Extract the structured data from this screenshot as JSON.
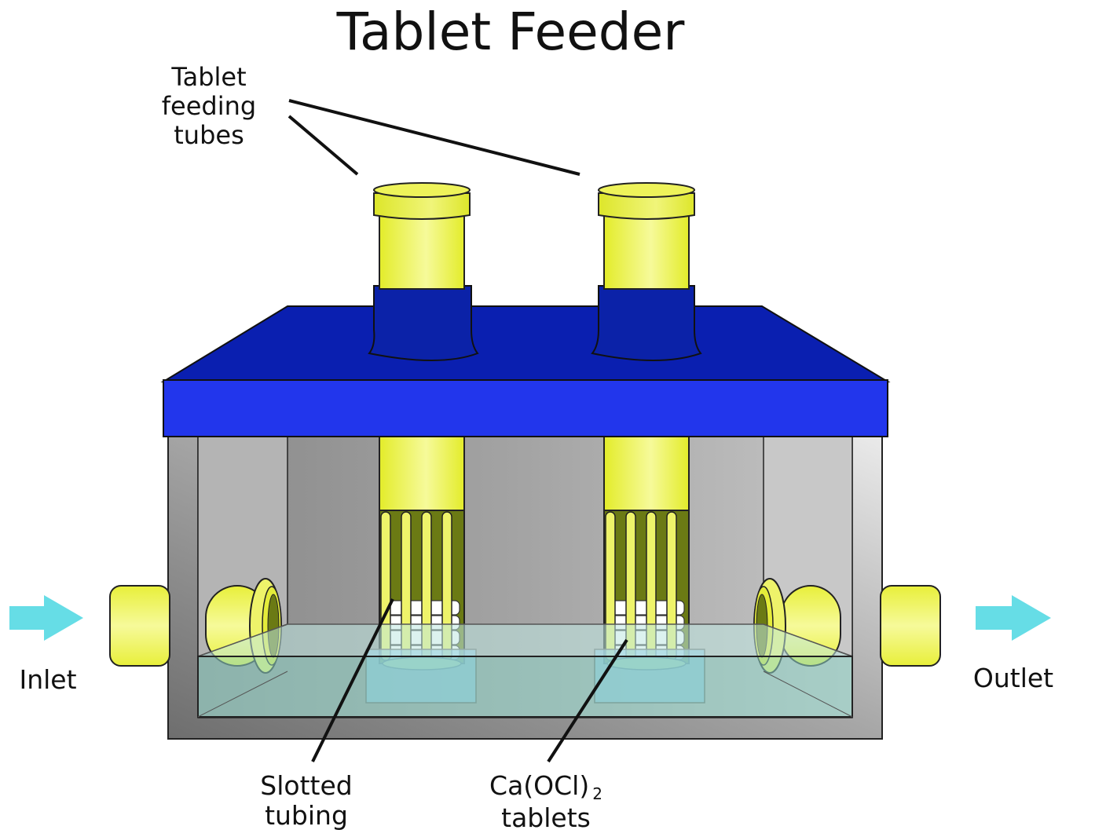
{
  "title": "Tablet Feeder",
  "labels": {
    "feeding_tubes": [
      "Tablet",
      "feeding",
      "tubes"
    ],
    "inlet": "Inlet",
    "outlet": "Outlet",
    "slotted": [
      "Slotted",
      "tubing"
    ],
    "tablets_formula": "Ca(OCl)",
    "tablets_subscript": "2",
    "tablets_word": "tablets"
  },
  "colors": {
    "lid_top": "#0a1fb0",
    "lid_front": "#2236ec",
    "tube_yellow": "#ecf24a",
    "tube_dark": "#6b7a14",
    "water": "#a6ddd6",
    "tablet_block": "#8cc6e4",
    "arrow": "#66dde6",
    "box_gray": "#9a9a9a"
  }
}
